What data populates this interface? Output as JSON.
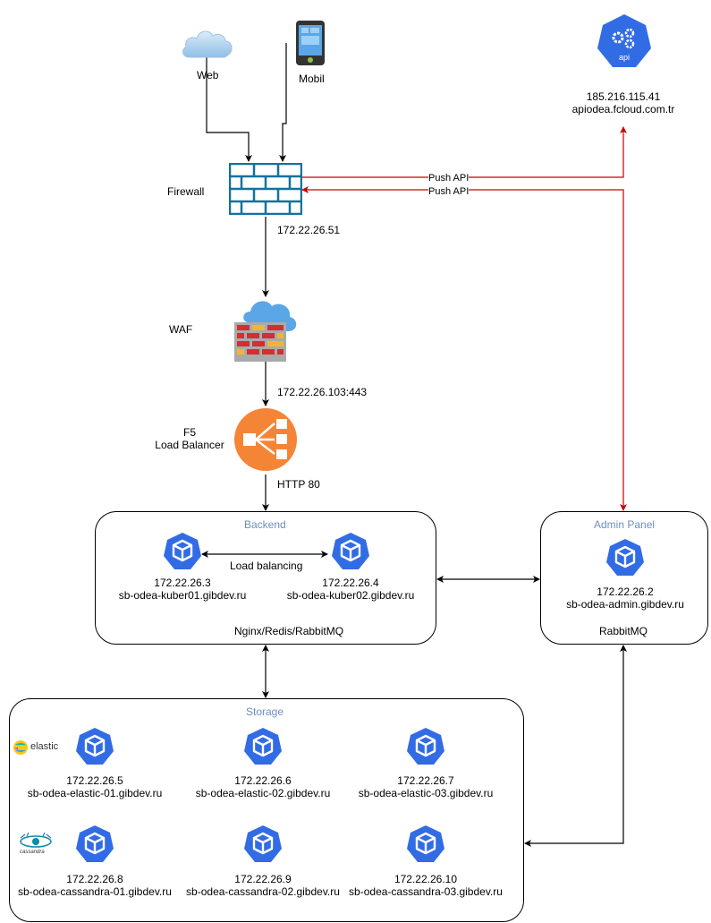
{
  "colors": {
    "k8s": "#326ce5",
    "edge": "#000000",
    "push_edge": "#cc0000",
    "title": "#6c8ebf",
    "firewall": "#10739e",
    "f5": "#f58536"
  },
  "icons": {
    "web": "cloud-icon",
    "mobile": "smartphone-icon",
    "api": "kubernetes-api-icon",
    "firewall": "firewall-icon",
    "waf": "waf-icon",
    "f5": "load-balancer-icon",
    "k8s": "kubernetes-node-icon",
    "elastic": "elastic-logo-icon",
    "cassandra": "cassandra-logo-icon"
  },
  "clients": {
    "web_label": "Web",
    "mobile_label": "Mobil"
  },
  "api": {
    "ip": "185.216.115.41",
    "host": "apiodea.fcloud.com.tr"
  },
  "firewall": {
    "label": "Firewall",
    "ip": "172.22.26.51"
  },
  "edges": {
    "push_api_1": "Push API",
    "push_api_2": "Push API"
  },
  "waf": {
    "label": "WAF",
    "ip": "172.22.26.103:443"
  },
  "f5": {
    "label_line1": "F5",
    "label_line2": "Load Balancer",
    "protocol": "HTTP 80"
  },
  "backend": {
    "title": "Backend",
    "footer": "Nginx/Redis/RabbitMQ",
    "lb_label": "Load balancing",
    "nodes": [
      {
        "ip": "172.22.26.3",
        "host": "sb-odea-kuber01.gibdev.ru"
      },
      {
        "ip": "172.22.26.4",
        "host": "sb-odea-kuber02.gibdev.ru"
      }
    ]
  },
  "admin": {
    "title": "Admin Panel",
    "footer": "RabbitMQ",
    "node": {
      "ip": "172.22.26.2",
      "host": "sb-odea-admin.gibdev.ru"
    }
  },
  "storage": {
    "title": "Storage",
    "elastic_logo_text": "elastic",
    "cassandra_logo_text": "cassandra",
    "elastic_nodes": [
      {
        "ip": "172.22.26.5",
        "host": "sb-odea-elastic-01.gibdev.ru"
      },
      {
        "ip": "172.22.26.6",
        "host": "sb-odea-elastic-02.gibdev.ru"
      },
      {
        "ip": "172.22.26.7",
        "host": "sb-odea-elastic-03.gibdev.ru"
      }
    ],
    "cassandra_nodes": [
      {
        "ip": "172.22.26.8",
        "host": "sb-odea-cassandra-01.gibdev.ru"
      },
      {
        "ip": "172.22.26.9",
        "host": "sb-odea-cassandra-02.gibdev.ru"
      },
      {
        "ip": "172.22.26.10",
        "host": "sb-odea-cassandra-03.gibdev.ru"
      }
    ]
  }
}
